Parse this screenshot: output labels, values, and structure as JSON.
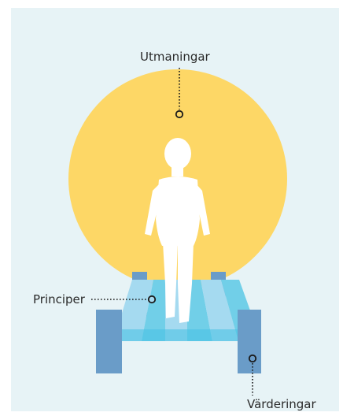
{
  "labels": {
    "top": "Utmaningar",
    "left": "Principer",
    "bottom": "Värderingar"
  },
  "colors": {
    "background": "#e7f3f6",
    "sun": "#fdd766",
    "figure": "#ffffff",
    "stripe_light": "#a5daf0",
    "stripe_mid": "#71cfe8",
    "stripe_dark": "#46c1e3",
    "post": "#6a9cc8",
    "leader": "#1a1a1a"
  }
}
